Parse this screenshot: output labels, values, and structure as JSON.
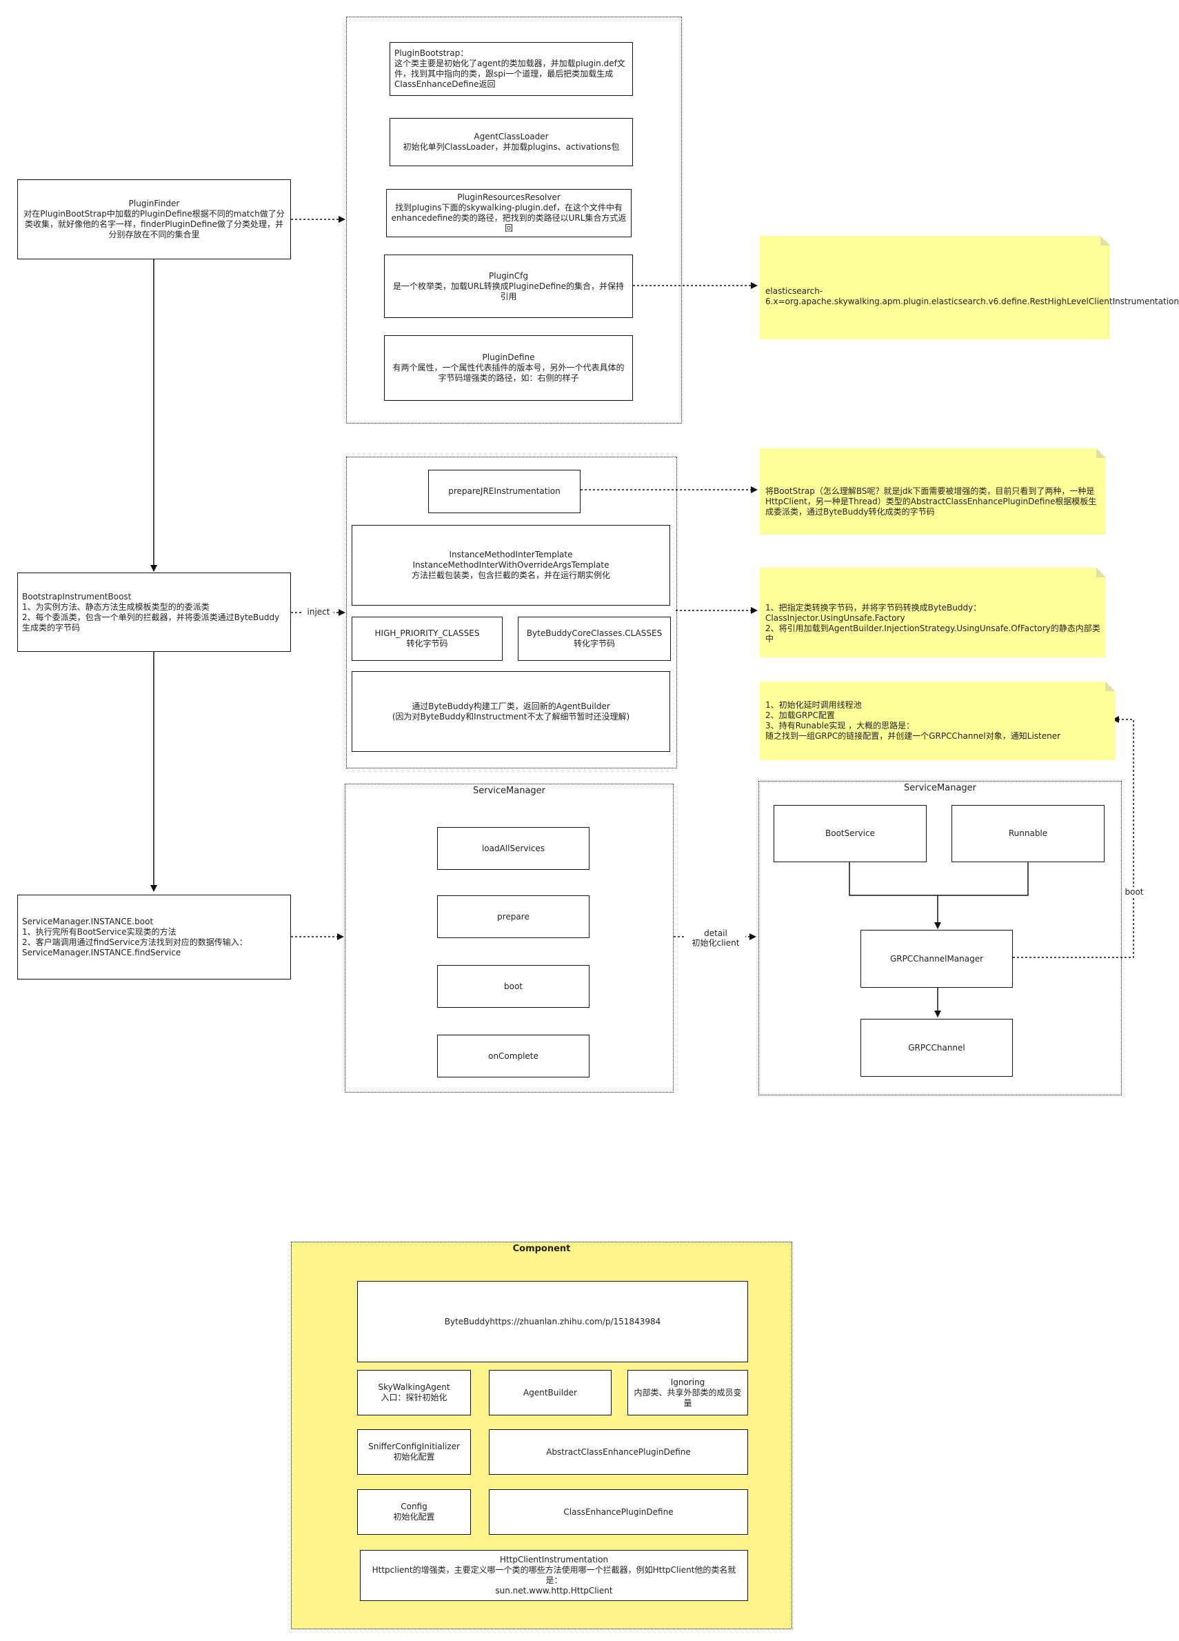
{
  "left": {
    "plugin_finder": "PluginFinder\n对在PluginBootStrap中加载的PluginDefine根据不同的match做了分类收集，就好像他的名字一样，finderPluginDefine做了分类处理，并分别存放在不同的集合里",
    "bootstrap_instrument_boost": "BootstrapInstrumentBoost\n1、为实例方法、静态方法生成模板类型的的委派类\n2、每个委派类，包含一个单列的拦截器，并将委派类通过ByteBuddy生成类的字节码",
    "service_manager_boot": "ServiceManager.INSTANCE.boot\n1、执行完所有BootService实现类的方法\n2、客户端调用通过findService方法找到对应的数据传输入：ServiceManager.INSTANCE.findService"
  },
  "group1": {
    "plugin_bootstrap": "PluginBootstrap：\n这个类主要是初始化了agent的类加载器，并加载plugin.def文件，找到其中指向的类，跟spi一个道理，最后把类加载生成ClassEnhanceDefine返回",
    "agent_classloader": "AgentClassLoader\n初始化单列ClassLoader，并加载plugins、activations包",
    "plugin_resources_resolver": "PluginResourcesResolver\n找到plugins下面的skywalking-plugin.def，在这个文件中有enhancedefine的类的路径，把找到的类路径以URL集合方式返回",
    "plugin_cfg": "PluginCfg\n是一个枚举类，加载URL转换成PlugineDefine的集合，并保持引用",
    "plugin_define": "PluginDefine\n有两个属性，一个属性代表插件的版本号，另外一个代表具体的字节码增强类的路径，如：右侧的样子"
  },
  "group2": {
    "prepare_jre": "prepareJREInstrumentation",
    "templates": "InstanceMethodInterTemplate\nInstanceMethodInterWithOverrideArgsTemplate\n方法拦截包装类，包含拦截的类名，并在运行期实例化",
    "high_priority": "HIGH_PRIORITY_CLASSES\n转化字节码",
    "bytebuddy_core": "ByteBuddyCoreClasses.CLASSES\n转化字节码",
    "agent_builder": "通过ByteBuddy构建工厂类，返回新的AgentBuilder\n(因为对ByteBuddy和Instructment不太了解细节暂时还没理解)"
  },
  "group3": {
    "title": "ServiceManager",
    "items": [
      "loadAllServices",
      "prepare",
      "boot",
      "onComplete"
    ]
  },
  "group4": {
    "title": "ServiceManager",
    "boot_service": "BootService",
    "runnable": "Runnable",
    "grpc_channel_manager": "GRPCChannelManager",
    "grpc_channel": "GRPCChannel"
  },
  "notes": {
    "elastic": "elasticsearch-6.x=org.apache.skywalking.apm.plugin.elasticsearch.v6.define.RestHighLevelClientInstrumentation",
    "bootstrap": "将BootStrap（怎么理解BS呢？就是jdk下面需要被增强的类，目前只看到了两种，一种是HttpClient，另一种是Thread）类型的AbstractClassEnhancePluginDefine根据模板生成委派类，通过ByteBuddy转化成类的字节码",
    "inject": "1、把指定类转换字节码，并将字节码转换成ByteBuddy：ClassInjector.UsingUnsafe.Factory\n2、将引用加载到AgentBuilder.InjectionStrategy.UsingUnsafe.OfFactory的静态内部类中",
    "grpc": "1、初始化延时调用线程池\n2、加载GRPC配置\n3、持有Runable实现 ，大概的思路是：\n随之找到一组GRPC的链接配置，并创建一个GRPCChannel对象，通知Listener"
  },
  "labels": {
    "inject": "inject",
    "detail": "detail\n初始化client",
    "boot": "boot"
  },
  "component": {
    "title": "Component",
    "bytebuddy": "ByteBuddyhttps://zhuanlan.zhihu.com/p/151843984",
    "skywalking_agent": "SkyWalkingAgent\n入口：探针初始化",
    "agent_builder": "AgentBuilder",
    "ignoring": "Ignoring\n内部类、共享外部类的成员变量",
    "sniffer": "SnifferConfigInitializer\n初始化配置",
    "abstract_define": "AbstractClassEnhancePluginDefine",
    "config": "Config\n初始化配置",
    "class_define": "ClassEnhancePluginDefine",
    "httpclient": "HttpClientInstrumentation\nHttpclient的增强类，主要定义哪一个类的哪些方法使用哪一个拦截器，例如HttpClient他的类名就是：\nsun.net.www.http.HttpClient"
  }
}
